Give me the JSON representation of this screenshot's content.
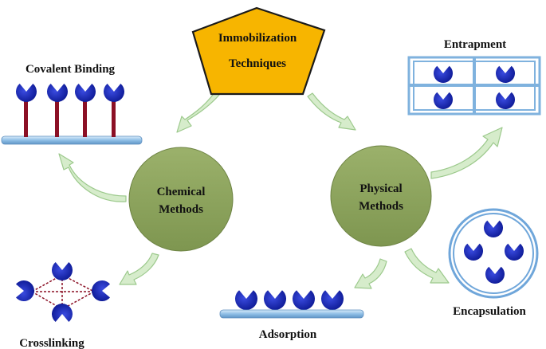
{
  "diagram": {
    "root": {
      "line1": "Immobilization",
      "line2": "Techniques"
    },
    "chemical": {
      "line1": "Chemical",
      "line2": "Methods"
    },
    "physical": {
      "line1": "Physical",
      "line2": "Methods"
    },
    "techniques": {
      "covalent": "Covalent Binding",
      "crosslinking": "Crosslinking",
      "entrapment": "Entrapment",
      "adsorption": "Adsorption",
      "encapsulation": "Encapsulation"
    },
    "colors": {
      "pentagon_fill": "#F7B500",
      "method_fill": "#8EA65F",
      "arrow_fill": "#CFE8C2",
      "enzyme_blue": "#1020B0",
      "stem_red": "#8B1025",
      "support_blue": "#9CC3E4",
      "frame_blue": "#7FB2DE"
    },
    "icons": {
      "enzyme": "pacman-enzyme-icon",
      "arrow": "curved-arrow-icon"
    }
  }
}
